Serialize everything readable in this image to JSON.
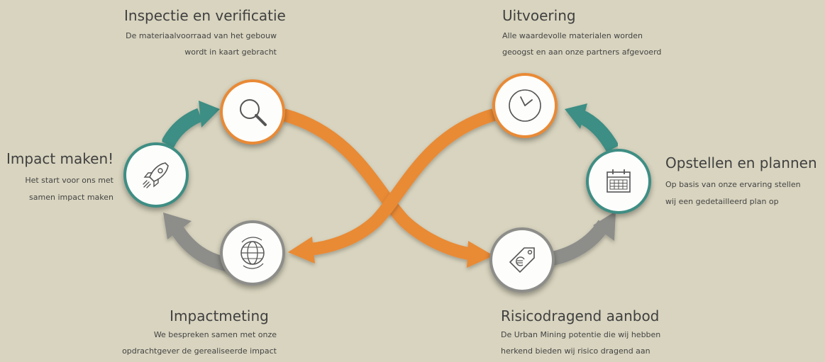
{
  "steps": {
    "inspectie": {
      "title": "Inspectie en verificatie",
      "desc": [
        "De materiaalvoorraad van het gebouw",
        "wordt in kaart gebracht"
      ],
      "icon": "magnifier-icon"
    },
    "uitvoering": {
      "title": "Uitvoering",
      "desc": [
        "Alle waardevolle materialen worden",
        "geoogst en aan onze partners afgevoerd"
      ],
      "icon": "clock-icon"
    },
    "impact_maken": {
      "title": "Impact maken!",
      "desc": [
        "Het start voor ons met",
        "samen impact maken"
      ],
      "icon": "rocket-icon"
    },
    "opstellen": {
      "title": "Opstellen en plannen",
      "desc": [
        "Op basis van onze ervaring stellen",
        "wij een gedetailleerd plan op"
      ],
      "icon": "calendar-icon"
    },
    "impactmeting": {
      "title": "Impactmeting",
      "desc": [
        "We bespreken samen met onze",
        "opdrachtgever de gerealiseerde impact"
      ],
      "icon": "globe-icon"
    },
    "risicodragend": {
      "title": "Risicodragend aanbod",
      "desc": [
        "De Urban Mining potentie die wij hebben",
        "herkend bieden wij risico dragend aan"
      ],
      "icon": "euro-tag-icon"
    }
  },
  "colors": {
    "background": "#d8d4bf",
    "orange": "#e98a36",
    "teal": "#3e8e84",
    "gray": "#8d8d8a"
  }
}
